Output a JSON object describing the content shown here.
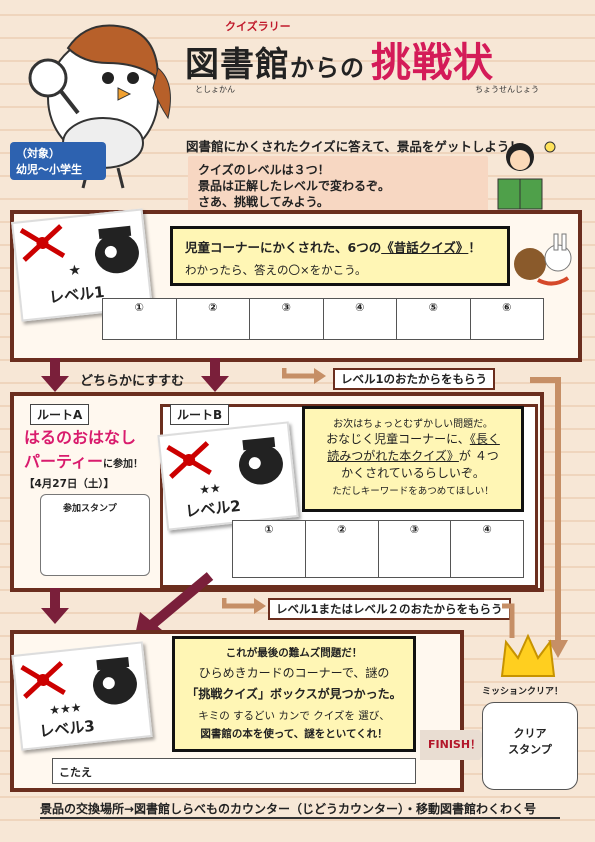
{
  "header": {
    "quiz_rally": "クイズラリー",
    "title_kanji": "図書館",
    "title_kana": "からの",
    "title_red": "挑戦状",
    "ruby_library": "としょかん",
    "ruby_challenge": "ちょうせんじょう"
  },
  "target": {
    "label": "（対象）",
    "value": "幼児～小学生"
  },
  "intro": "図書館にかくされたクイズに答えて、景品をゲットしよう！",
  "level_info": {
    "line1": "クイズのレベルは３つ！",
    "line2": "景品は正解したレベルで変わるぞ。",
    "line3": "さあ、挑戦してみよう。"
  },
  "level1": {
    "label": "レベル1",
    "stars": "★",
    "text1": "児童コーナーにかくされた、6つの",
    "text1b": "《昔話クイズ》",
    "text1c": "！",
    "text2": "わかったら、答えの〇×をかこう。",
    "answers": [
      "①",
      "②",
      "③",
      "④",
      "⑤",
      "⑥"
    ]
  },
  "choose": "どちらかにすすむ",
  "notice1": "レベル1のおたからをもらう",
  "route_a": {
    "tag": "ルートA",
    "event_line1": "はるのおはなし",
    "event_line2": "パーティー",
    "event_line3": "に参加！",
    "date": "【4月27日（土）】",
    "stamp_label": "参加スタンプ"
  },
  "route_b": {
    "tag": "ルートB",
    "label": "レベル2",
    "stars": "★★",
    "text1": "お次はちょっとむずかしい問題だ。",
    "text2": "おなじく児童コーナーに、",
    "text2b": "《長く",
    "text3a": "読みつがれた本クイズ》",
    "text3b": "が ４つ",
    "text4": "かくされているらしいぞ。",
    "text5": "ただしキーワードをあつめてほしい！",
    "answers": [
      "①",
      "②",
      "③",
      "④"
    ]
  },
  "notice2": "レベル1またはレベル２のおたからをもらう",
  "level3": {
    "label": "レベル3",
    "stars": "★★★",
    "text1": "これが最後の難ムズ問題だ！",
    "text2": "ひらめきカードのコーナーで、謎の",
    "text3": "「挑戦クイズ」ボックスが見つかった。",
    "text4": "キミの するどい カンで クイズを 選び、",
    "text5": "図書館の本を使って、謎をといてくれ！",
    "answer_label": "こたえ"
  },
  "mission_clear": "ミッションクリア！",
  "finish": "FINISH！",
  "clear_stamp_line1": "クリア",
  "clear_stamp_line2": "スタンプ",
  "footer": "景品の交換場所→図書館しらべものカウンター（じどうカウンター）・移動図書館わくわく号",
  "colors": {
    "frame": "#6b2e1e",
    "arrow": "#7a1f3a",
    "title_red": "#d41b58",
    "target_blue": "#2d62b0"
  }
}
